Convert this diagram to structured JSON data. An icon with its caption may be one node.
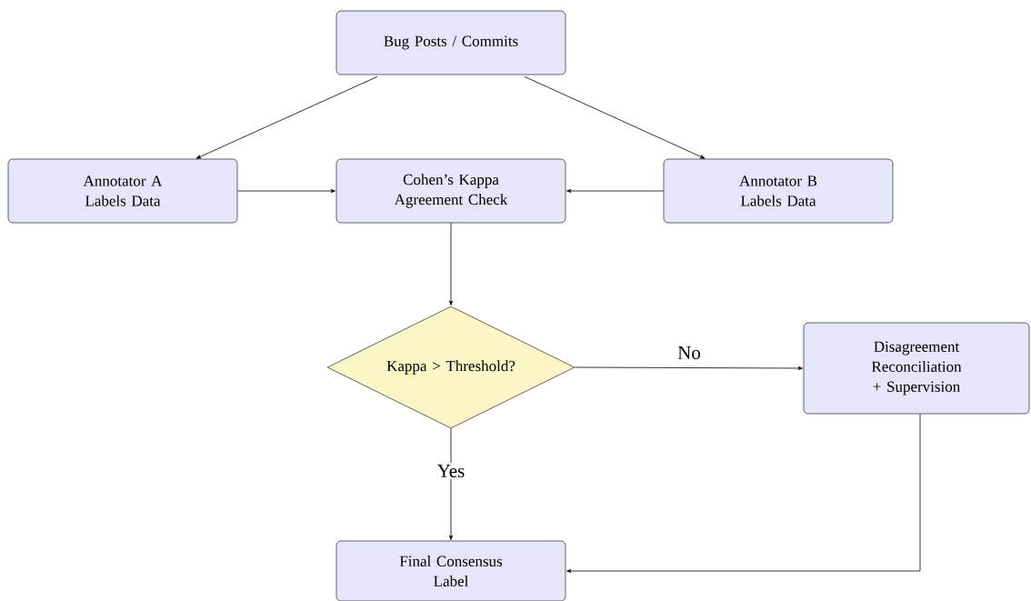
{
  "diagram": {
    "nodes": [
      {
        "text": [
          "Bug Posts / Commits"
        ]
      },
      {
        "text": [
          "Annotator A Labels Data"
        ]
      },
      {
        "text": [
          "Cohen’s Kappa Agreement Check"
        ]
      },
      {
        "text": [
          "Annotator B Labels Data"
        ]
      },
      {
        "text": [
          "Kappa > Threshold?"
        ]
      },
      {
        "text": [
          "Disagreement Reconciliation + Supervision"
        ]
      },
      {
        "text": [
          "Final Consensus Label"
        ]
      }
    ],
    "edges": [
      {
        "from": 0,
        "to": 1,
        "arrow": "to"
      },
      {
        "from": 0,
        "to": 3,
        "arrow": "to"
      },
      {
        "from": 1,
        "to": 2,
        "arrow": "to"
      },
      {
        "from": 3,
        "to": 2,
        "arrow": "to"
      },
      {
        "from": 2,
        "to": 4,
        "arrow": "to"
      },
      {
        "from": 4,
        "to": 5,
        "arrow": "to",
        "label": "No"
      },
      {
        "from": 4,
        "to": 6,
        "arrow": "to",
        "label": "Yes"
      },
      {
        "from": 5,
        "to": 6,
        "arrow": "to"
      }
    ]
  }
}
